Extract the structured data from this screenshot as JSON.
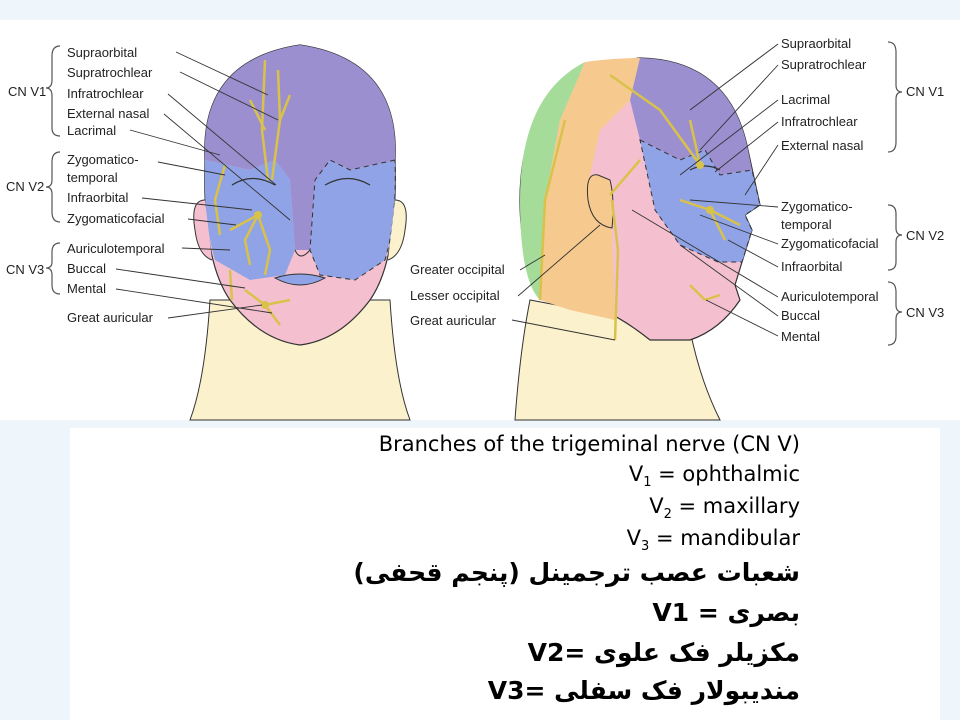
{
  "front_view": {
    "groups": [
      {
        "name": "CN V1",
        "sub": "1",
        "items": [
          "Supraorbital",
          "Supratrochlear",
          "Infratrochlear",
          "External nasal",
          "Lacrimal"
        ]
      },
      {
        "name": "CN V2",
        "sub": "2",
        "items": [
          "Zygomatico-",
          "temporal",
          "Infraorbital",
          "Zygomaticofacial"
        ]
      },
      {
        "name": "CN V3",
        "sub": "3",
        "items": [
          "Auriculotemporal",
          "Buccal",
          "Mental"
        ]
      }
    ],
    "extra_label": "Great auricular"
  },
  "side_view": {
    "groups": [
      {
        "name": "CN V1",
        "sub": "1",
        "items": [
          "Supraorbital",
          "Supratrochlear",
          "Lacrimal",
          "Infratrochlear",
          "External nasal"
        ]
      },
      {
        "name": "CN V2",
        "sub": "2",
        "items": [
          "Zygomatico-",
          "temporal",
          "Zygomaticofacial",
          "Infraorbital"
        ]
      },
      {
        "name": "CN V3",
        "sub": "3",
        "items": [
          "Auriculotemporal",
          "Buccal",
          "Mental"
        ]
      }
    ],
    "left_labels": [
      "Greater occipital",
      "Lesser occipital",
      "Great auricular"
    ]
  },
  "caption": {
    "title": "Branches of the trigeminal nerve (CN V)",
    "v1": {
      "base": "V",
      "sub": "1",
      "text": " = ophthalmic"
    },
    "v2": {
      "base": "V",
      "sub": "2",
      "text": " = maxillary"
    },
    "v3": {
      "base": "V",
      "sub": "3",
      "text": " = mandibular"
    }
  },
  "persian": {
    "title": "شعبات عصب ترجمینل (پنجم قحفی)",
    "v1": "V1 = بصری",
    "v2": "V2= مکزیلر فک علوی",
    "v3": "V3= مندیبولار فک سفلی"
  },
  "colors": {
    "v1": "#9b8fcf",
    "v2": "#8fa3e6",
    "v3": "#f4c0cf",
    "occipital": "#a6dc9a",
    "auricular": "#f6c98f",
    "skin": "#fbf1cc",
    "nerve": "#d9c24a"
  }
}
